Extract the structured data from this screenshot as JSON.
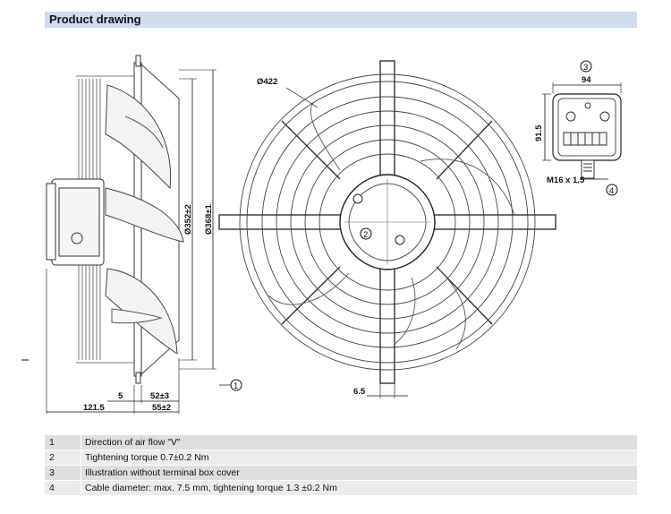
{
  "header": {
    "title": "Product drawing"
  },
  "drawing": {
    "dimensions": {
      "outer_diameter": "Ø422",
      "dim_352": "Ø352±2",
      "dim_368": "Ø368±1",
      "depth_121": "121.5",
      "dim_5": "5",
      "dim_52": "52±3",
      "dim_55": "55±2",
      "dim_6_5": "6.5",
      "box_width": "94",
      "box_height": "91.5",
      "thread": "M16 x 1.5"
    },
    "callouts": {
      "c1": "1",
      "c2": "2",
      "c3": "3",
      "c4": "4"
    }
  },
  "legend": [
    {
      "num": "1",
      "text": "Direction of air flow \"V\""
    },
    {
      "num": "2",
      "text": "Tightening torque 0.7±0.2 Nm"
    },
    {
      "num": "3",
      "text": "Illustration without terminal box cover"
    },
    {
      "num": "4",
      "text": "Cable diameter: max. 7.5 mm, tightening torque 1.3 ±0.2 Nm"
    }
  ]
}
